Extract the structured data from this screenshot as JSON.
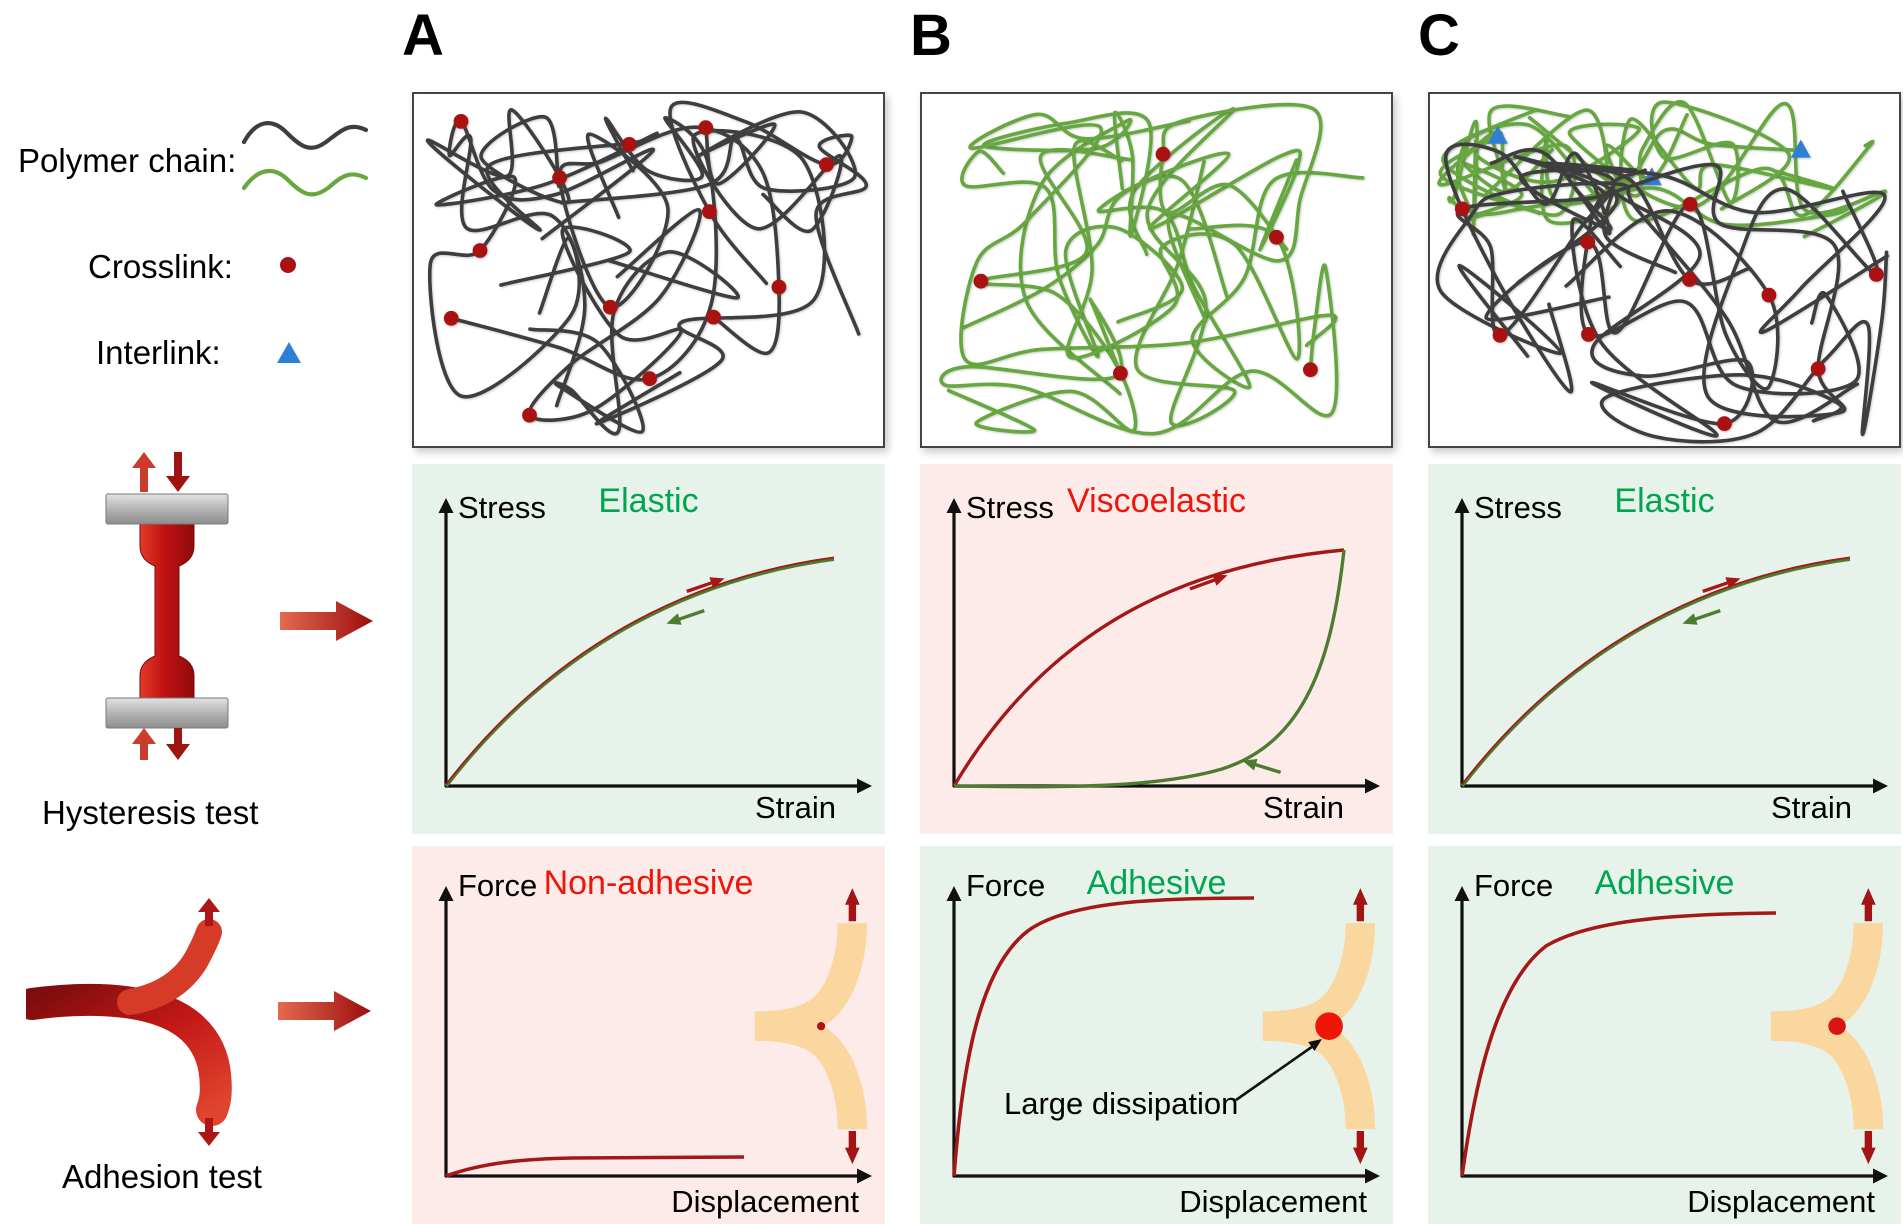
{
  "figure": {
    "panel_a_label": "A",
    "panel_b_label": "B",
    "panel_c_label": "C"
  },
  "legend": {
    "polymer_chain": "Polymer chain:",
    "crosslink": "Crosslink:",
    "interlink": "Interlink:",
    "hysteresis_test": "Hysteresis test",
    "adhesion_test": "Adhesion test"
  },
  "stress_plots": {
    "y_axis": "Stress",
    "x_axis": "Strain",
    "a_title": "Elastic",
    "b_title": "Viscoelastic",
    "c_title": "Elastic"
  },
  "force_plots": {
    "y_axis": "Force",
    "x_axis": "Displacement",
    "a_title": "Non-adhesive",
    "b_title": "Adhesive",
    "c_title": "Adhesive",
    "b_annotation": "Large dissipation"
  },
  "colors": {
    "dark_chain": "#3e3e3e",
    "green_chain": "#66a83f",
    "crosslink": "#aa1111",
    "interlink": "#2e7fd6",
    "elastic_green": "#00a550",
    "alert_red": "#ee1509",
    "panel_green": "#e7f2ea",
    "panel_pink": "#fcebe9",
    "curve_red": "#a41818",
    "curve_green": "#4d7c31",
    "tab": "#fbd7a0",
    "arrow_dark_red": "#a31414"
  }
}
